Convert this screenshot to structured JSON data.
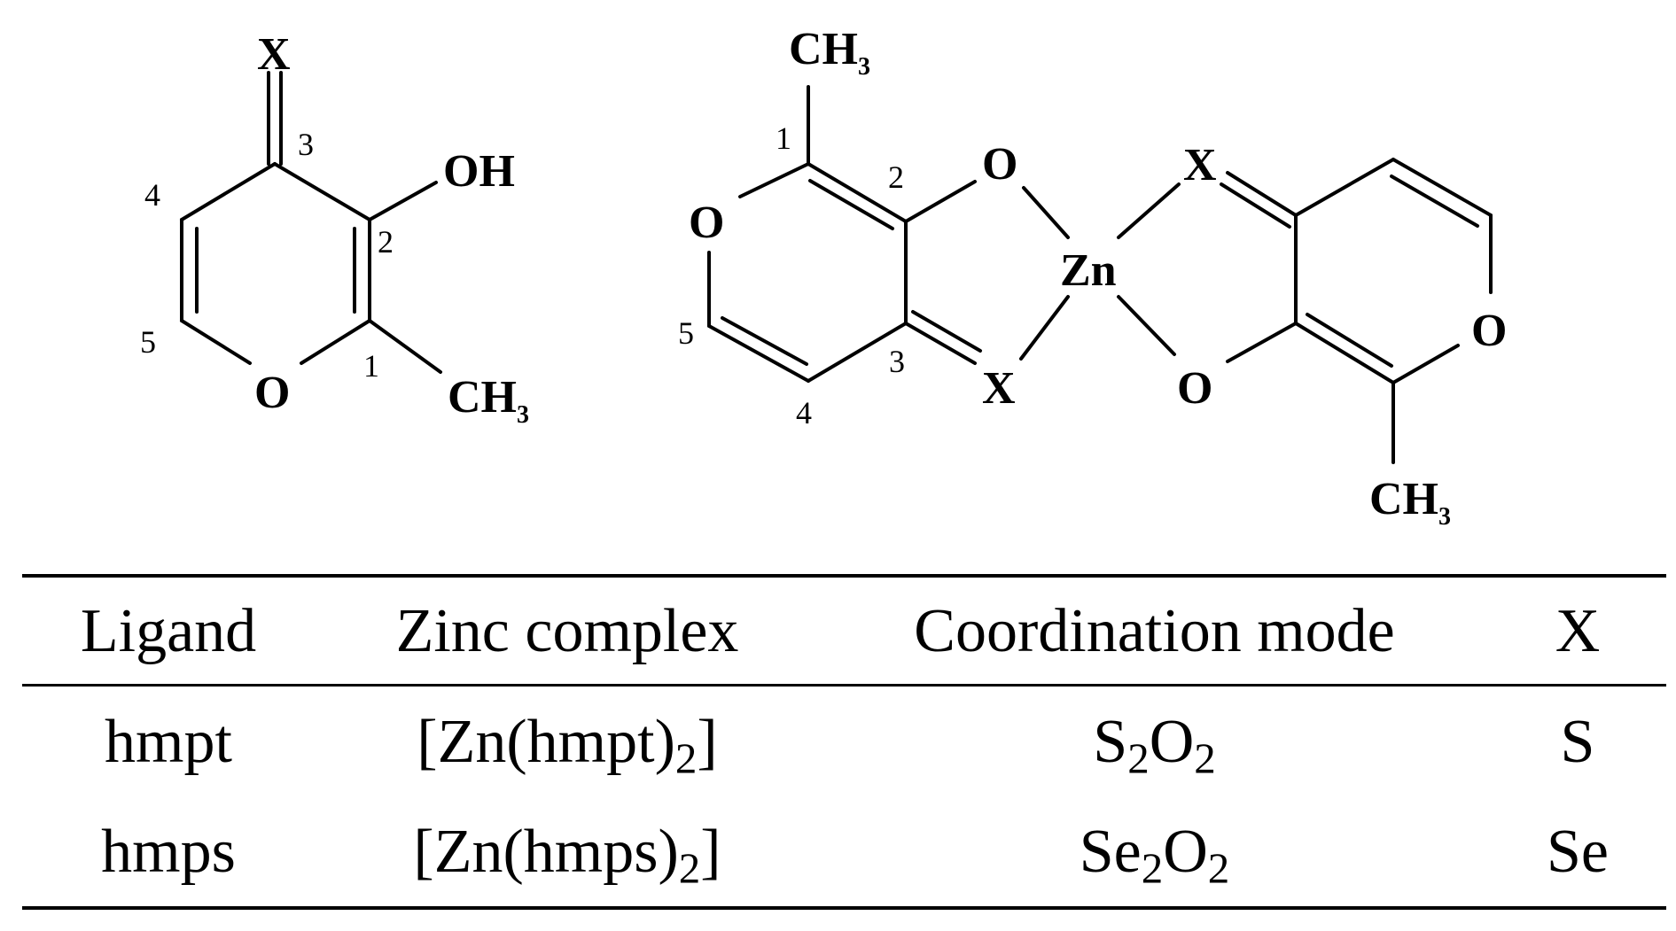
{
  "structure": {
    "ligand": {
      "atoms": {
        "x": "X",
        "oh": "OH",
        "o_ring": "O",
        "ch3": "CH",
        "ch3_sub": "3"
      },
      "positions": {
        "p1": "1",
        "p2": "2",
        "p3": "3",
        "p4": "4",
        "p5": "5"
      }
    },
    "complex": {
      "metal": "Zn",
      "left_ligand": {
        "atoms": {
          "ch3": "CH",
          "ch3_sub": "3",
          "o_ring": "O",
          "o_coord": "O",
          "x": "X"
        },
        "positions": {
          "p1": "1",
          "p2": "2",
          "p3": "3",
          "p4": "4",
          "p5": "5"
        }
      },
      "right_ligand": {
        "atoms": {
          "x": "X",
          "o_coord": "O",
          "o_ring": "O",
          "ch3": "CH",
          "ch3_sub": "3"
        }
      }
    }
  },
  "table": {
    "headers": [
      "Ligand",
      "Zinc complex",
      "Coordination mode",
      "X"
    ],
    "rows": [
      {
        "ligand": "hmpt",
        "complex_prefix": "[Zn(hmpt)",
        "complex_sub": "2",
        "complex_suffix": "]",
        "mode_a": "S",
        "mode_a_sub": "2",
        "mode_b": "O",
        "mode_b_sub": "2",
        "x": "S"
      },
      {
        "ligand": "hmps",
        "complex_prefix": "[Zn(hmps)",
        "complex_sub": "2",
        "complex_suffix": "]",
        "mode_a": "Se",
        "mode_a_sub": "2",
        "mode_b": "O",
        "mode_b_sub": "2",
        "x": "Se"
      }
    ]
  }
}
